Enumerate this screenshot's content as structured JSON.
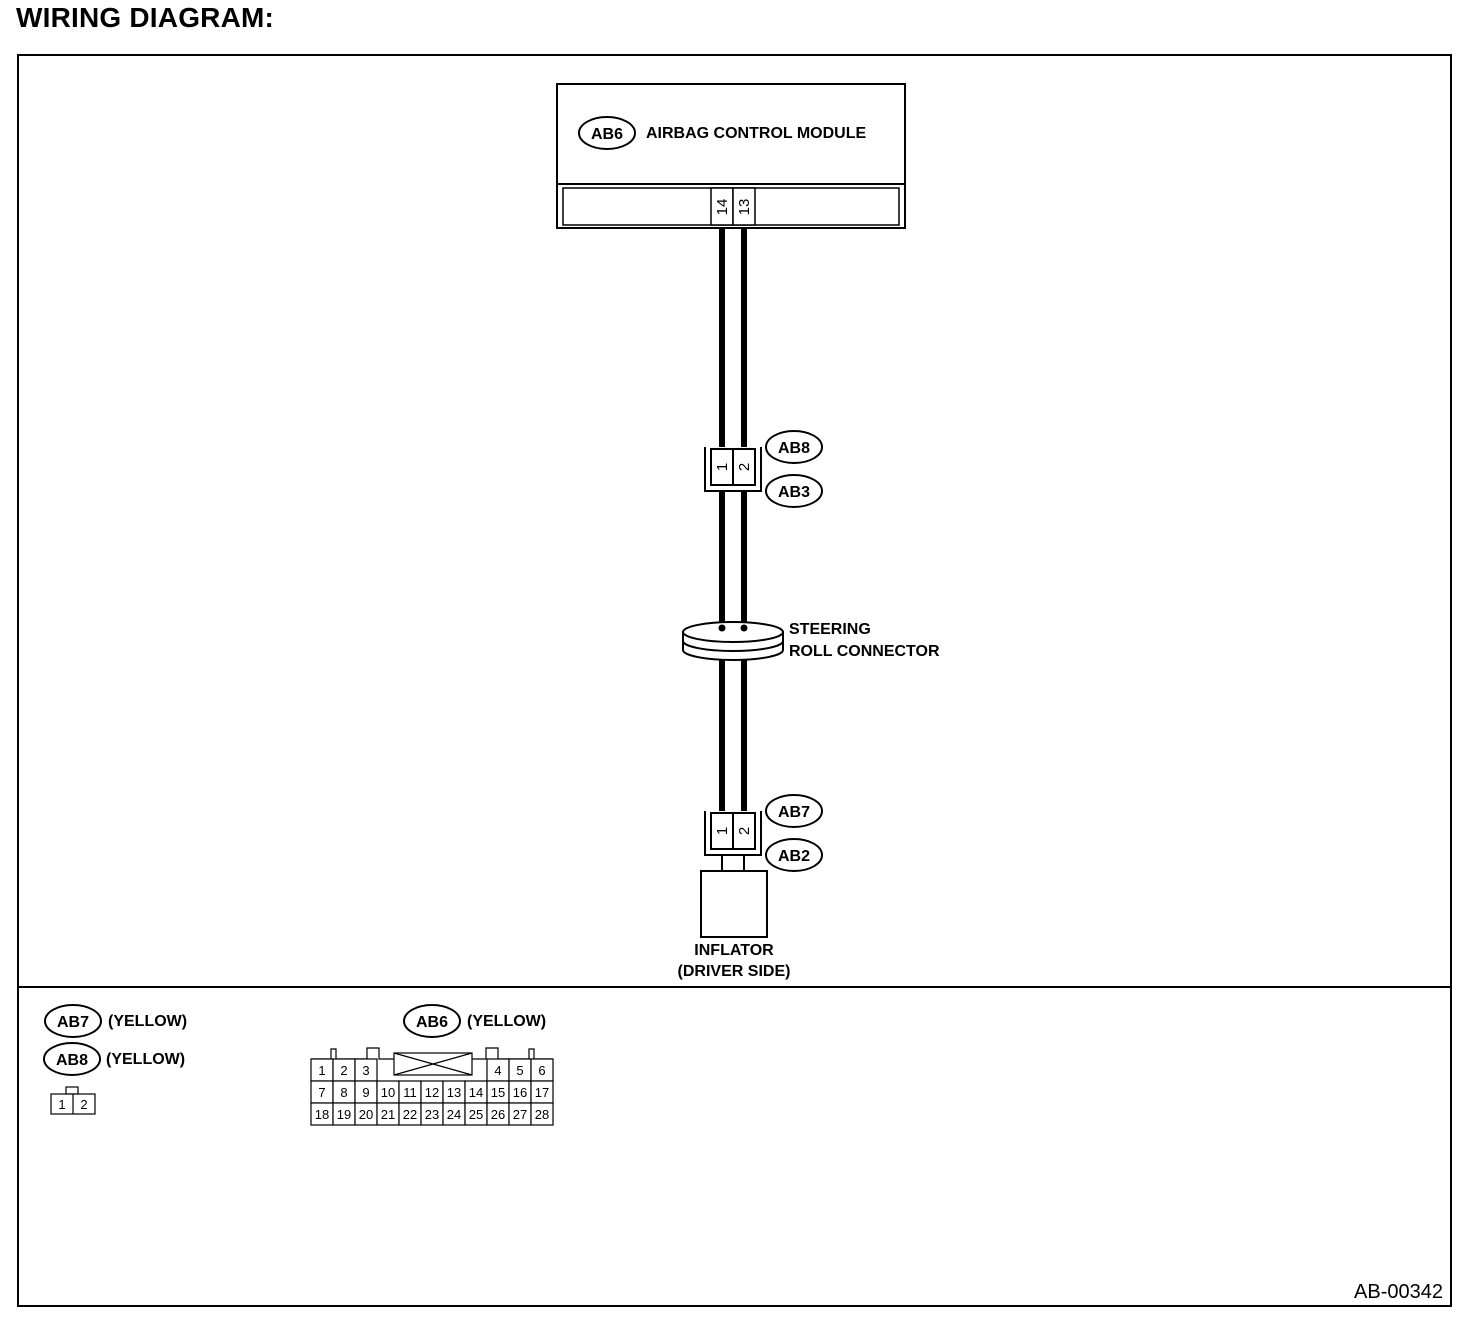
{
  "title": "WIRING DIAGRAM:",
  "module": {
    "code": "AB6",
    "label": "AIRBAG CONTROL MODULE",
    "pins": [
      "14",
      "13"
    ]
  },
  "connector_ab8_ab3": {
    "top": "AB8",
    "bottom": "AB3",
    "pins": [
      "1",
      "2"
    ]
  },
  "roll_connector": {
    "line1": "STEERING",
    "line2": "ROLL CONNECTOR"
  },
  "connector_ab7_ab2": {
    "top": "AB7",
    "bottom": "AB2",
    "pins": [
      "1",
      "2"
    ]
  },
  "inflator": {
    "line1": "INFLATOR",
    "line2": "(DRIVER SIDE)"
  },
  "legend": {
    "ab7": {
      "code": "AB7",
      "color": "(YELLOW)"
    },
    "ab8": {
      "code": "AB8",
      "color": "(YELLOW)"
    },
    "small_pins": [
      "1",
      "2"
    ],
    "ab6": {
      "code": "AB6",
      "color": "(YELLOW)"
    },
    "ab6_row1_left": [
      "1",
      "2",
      "3"
    ],
    "ab6_row1_right": [
      "4",
      "5",
      "6"
    ],
    "ab6_row2": [
      "7",
      "8",
      "9",
      "10",
      "11",
      "12",
      "13",
      "14",
      "15",
      "16",
      "17"
    ],
    "ab6_row3": [
      "18",
      "19",
      "20",
      "21",
      "22",
      "23",
      "24",
      "25",
      "26",
      "27",
      "28"
    ]
  },
  "figure_id": "AB-00342",
  "colors": {
    "line": "#000000",
    "background": "#ffffff"
  }
}
